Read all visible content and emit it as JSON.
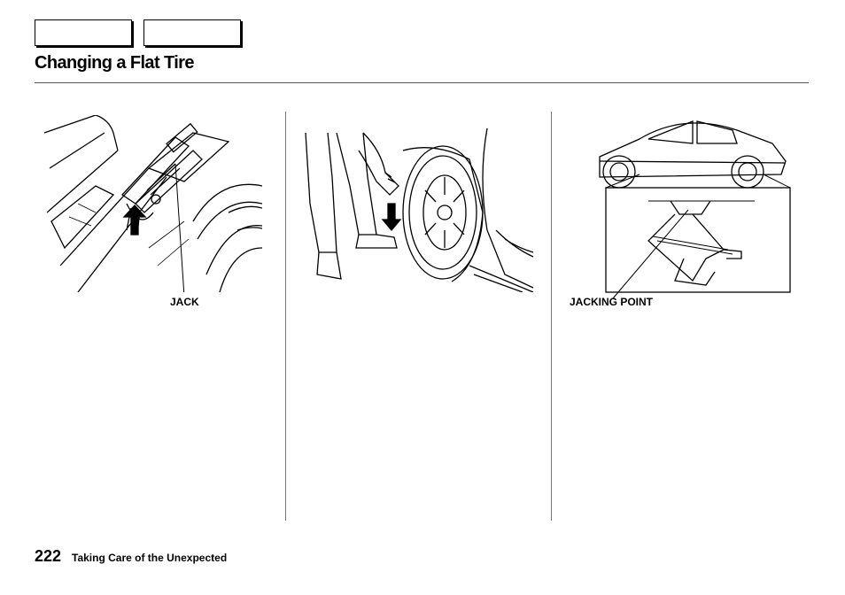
{
  "header": {
    "title": "Changing a Flat Tire"
  },
  "illustrations": [
    {
      "caption": "JACK",
      "icon": "jack-storage-illustration"
    },
    {
      "caption": "",
      "icon": "wheel-removal-illustration"
    },
    {
      "caption": "JACKING POINT",
      "icon": "car-on-jack-illustration"
    }
  ],
  "footer": {
    "page_number": "222",
    "section": "Taking Care of the Unexpected"
  }
}
